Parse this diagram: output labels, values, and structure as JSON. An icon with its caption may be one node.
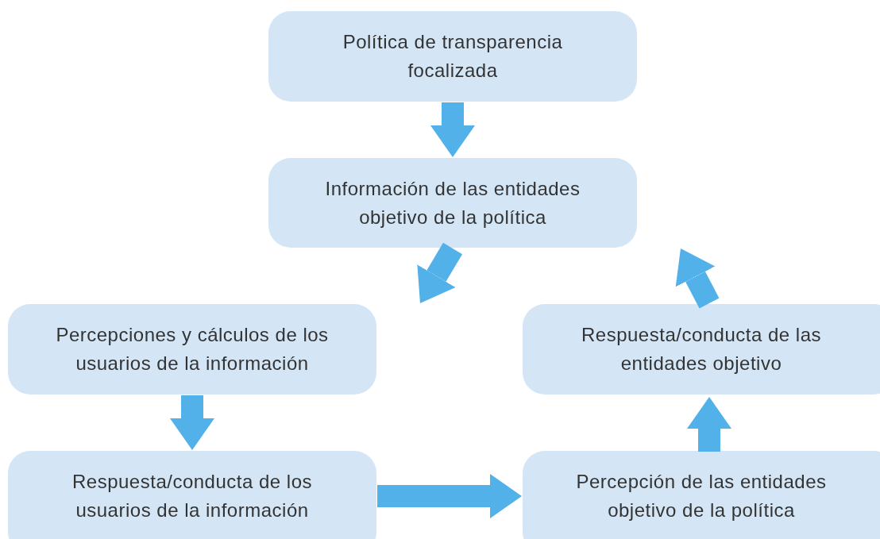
{
  "diagram": {
    "nodes": [
      {
        "text": [
          "Política de transparencia focalizada"
        ]
      },
      {
        "text": [
          "Información de las entidades objetivo de la política"
        ]
      },
      {
        "text": [
          "Percepciones y cálculos de los usuarios de la información"
        ]
      },
      {
        "text": [
          "Respuesta/conducta de las entidades objetivo"
        ]
      },
      {
        "text": [
          "Respuesta/conducta de los usuarios de la información"
        ]
      },
      {
        "text": [
          "Percepción de las entidades objetivo de la política"
        ]
      }
    ],
    "edges": [
      {
        "from": 0,
        "to": 1,
        "arrow": "to"
      },
      {
        "from": 1,
        "to": 2,
        "arrow": "to"
      },
      {
        "from": 2,
        "to": 4,
        "arrow": "to"
      },
      {
        "from": 4,
        "to": 5,
        "arrow": "to"
      },
      {
        "from": 5,
        "to": 3,
        "arrow": "to"
      },
      {
        "from": 3,
        "to": 1,
        "arrow": "to"
      }
    ]
  }
}
